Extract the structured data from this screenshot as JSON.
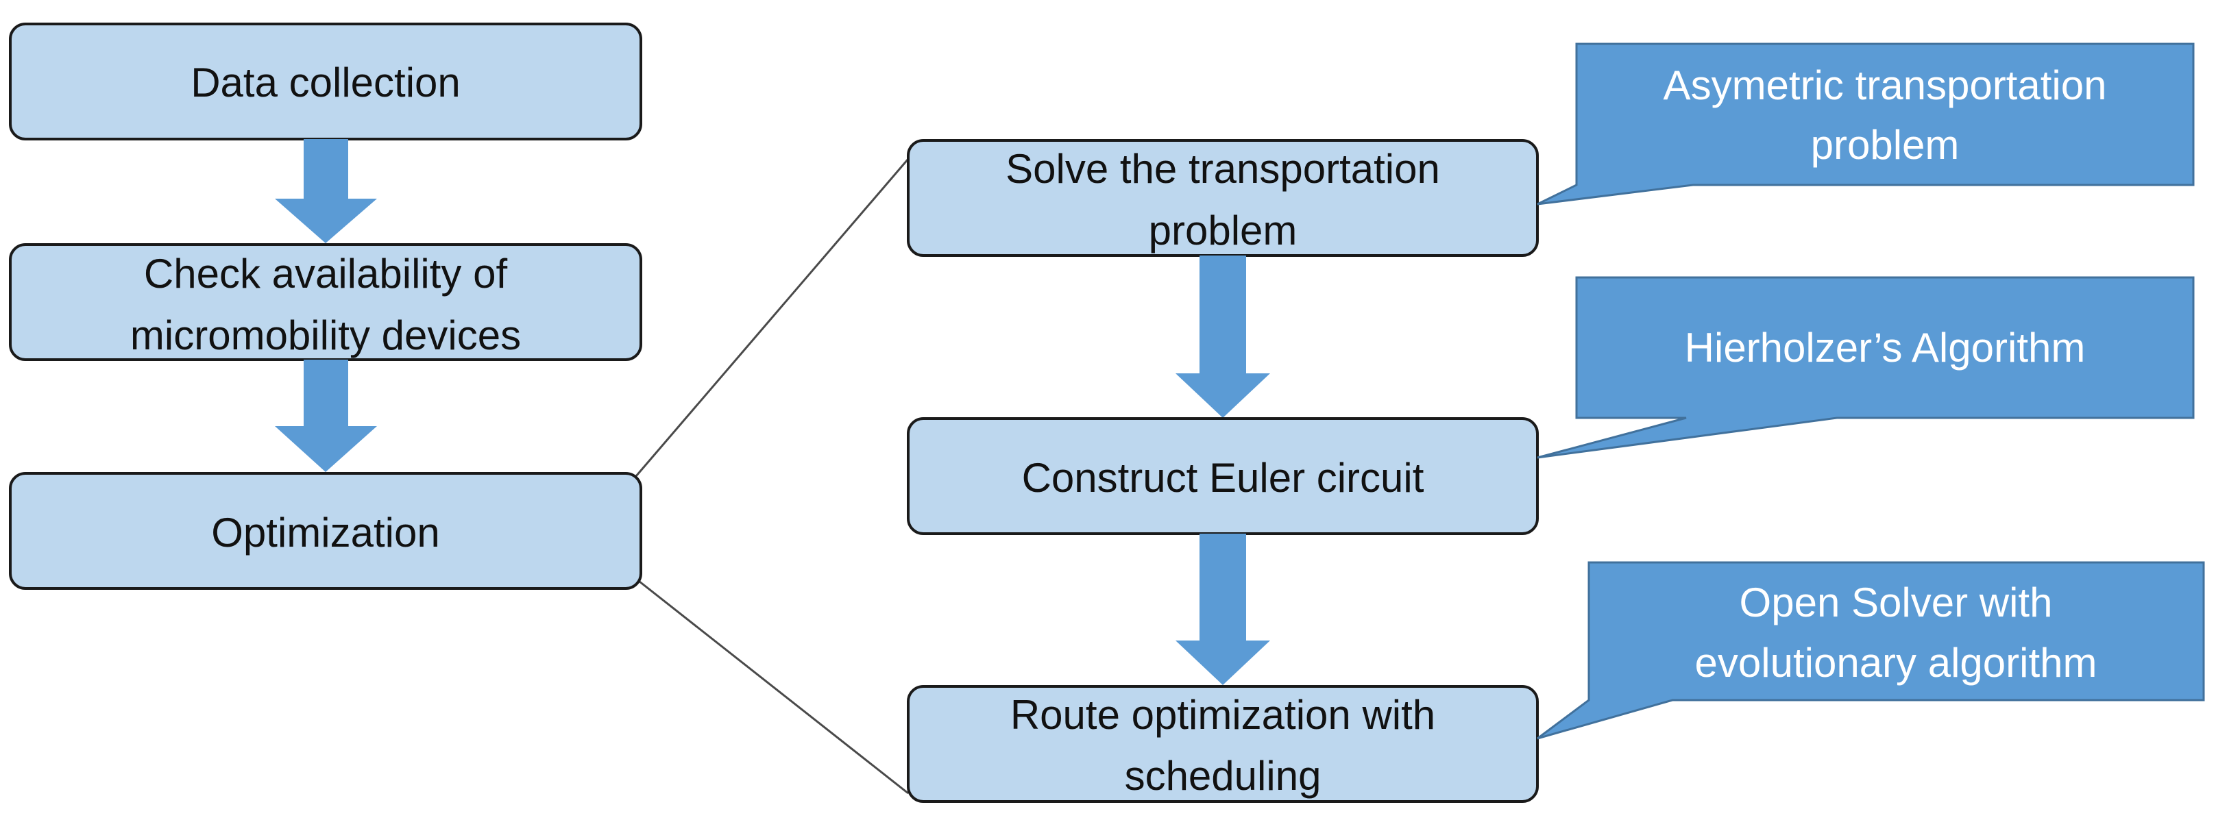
{
  "colors": {
    "box_fill": "#bdd7ee",
    "box_stroke": "#1a1a1a",
    "arrow_fill": "#5b9bd5",
    "callout_fill": "#5b9bd5",
    "callout_stroke": "#41719c",
    "connector_line": "#4a4a4a"
  },
  "main_flow": {
    "steps": [
      {
        "lines": [
          "Data collection"
        ]
      },
      {
        "lines": [
          "Check availability of",
          "micromobility devices"
        ]
      },
      {
        "lines": [
          "Optimization"
        ]
      }
    ]
  },
  "optimization_detail": {
    "steps": [
      {
        "lines": [
          "Solve the transportation",
          "problem"
        ]
      },
      {
        "lines": [
          "Construct Euler circuit"
        ]
      },
      {
        "lines": [
          "Route optimization with",
          "scheduling"
        ]
      }
    ]
  },
  "callouts": [
    {
      "lines": [
        "Asymetric transportation",
        "problem"
      ]
    },
    {
      "lines": [
        "Hierholzer’s Algorithm"
      ]
    },
    {
      "lines": [
        "Open Solver with",
        "evolutionary algorithm"
      ]
    }
  ]
}
